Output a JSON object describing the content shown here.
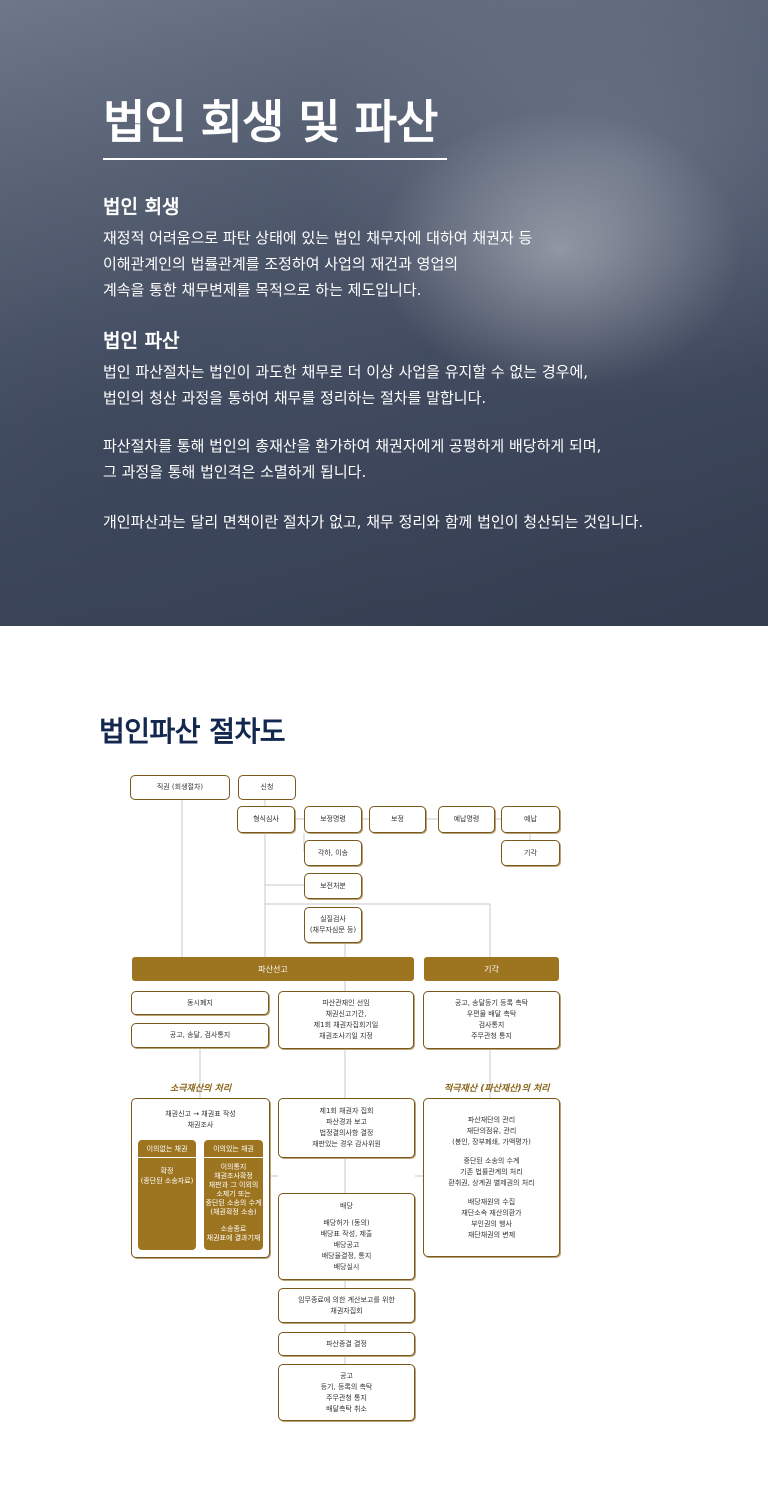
{
  "hero": {
    "title": "법인 회생 및 파산",
    "rehab": {
      "heading": "법인 회생",
      "lines": [
        "재정적 어려움으로 파탄 상태에 있는 법인 채무자에 대하여 채권자 등",
        "이해관계인의 법률관계를 조정하여 사업의 재건과 영업의",
        "계속을 통한 채무변제를 목적으로 하는 제도입니다."
      ]
    },
    "bankruptcy": {
      "heading": "법인 파산",
      "para1": [
        "법인 파산절차는 법인이 과도한 채무로 더 이상 사업을 유지할 수 없는 경우에,",
        "법인의 청산 과정을 통하여 채무를 정리하는 절차를 말합니다."
      ],
      "para2": [
        "파산절차를 통해 법인의 총재산을 환가하여 채권자에게 공평하게 배당하게 되며,",
        "그 과정을 통해 법인격은 소멸하게 됩니다."
      ],
      "para3": "개인파산과는 달리 면책이란 절차가 없고, 채무 정리와 함께 법인이 청산되는 것입니다."
    }
  },
  "flow": {
    "title": "법인파산 절차도",
    "boxes": {
      "jikkwon": "직권 (회생절차)",
      "sincheong": "신청",
      "hyeongsik": "형식심사",
      "bojeong_myeong": "보정명령",
      "bojeong": "보정",
      "yenap_myeong": "예납명령",
      "yenap": "예납",
      "gakha": "각하, 이송",
      "gigak_small": "기각",
      "bojeon": "보전처분",
      "siljil": [
        "실질검사",
        "(채무자심문 등)"
      ],
      "pasan_bar": "파산선고",
      "gigak_bar": "기각",
      "dongsi": "동시폐지",
      "gonggo_left": "공고, 송달, 검사통지",
      "center_info": [
        "파산관재인 선임",
        "채권신고기간,",
        "제1회 채권자집회기일",
        "채권조사기일 지정"
      ],
      "right_info": [
        "공고, 송달등기 등록 촉탁",
        "우편물 배달 촉탁",
        "검사통지",
        "주무관청 통지"
      ]
    },
    "captions": {
      "left": "소극재산의 처리",
      "right": "적극재산 (파산재산)의 처리"
    },
    "passive": {
      "top": [
        "채권신고  →  채권표 작성",
        "채권조사"
      ],
      "no_dispute_head": "이의없는 채권",
      "no_dispute_body": [
        "확정",
        "(종단된 소송자료)"
      ],
      "dispute_head": "이의있는 채권",
      "dispute_body": [
        "이의통지",
        "채권조사확정",
        "재판과 그 이외의",
        "소제기 또는",
        "중단된 소송의 수계",
        "(채권확정 소송)",
        "",
        "소송종료",
        "채권표에 결과기재"
      ]
    },
    "creditor_meeting": [
      "제1회 채권자 집회",
      "파산경과 보고",
      "법정결의사항 결정",
      "재판있는 경우 감사위원"
    ],
    "active": [
      "파산재단의 관리",
      "재단의점유, 관리",
      "(봉인, 장부폐쇄, 가액평가)",
      "",
      "중단된 소송의 수계",
      "기존 법률관계의 처리",
      "환취권, 상계권 별제권의 처리",
      "",
      "배당재원의 수집",
      "재단소속 재산의환가",
      "부인권의 행사",
      "재단채권의 변제"
    ],
    "dividend": [
      "배당",
      "",
      "배당허가 (동의)",
      "배당표 작성, 제출",
      "배당공고",
      "배당율결정, 통지",
      "배당실시"
    ],
    "final_meeting": [
      "임무종료에 의한 계산보고를 위한",
      "채권자집회"
    ],
    "termination": "파산종결 결정",
    "final_notice": [
      "공고",
      "등기, 등록의 촉탁",
      "주무관청 통지",
      "배달촉탁 취소"
    ]
  }
}
